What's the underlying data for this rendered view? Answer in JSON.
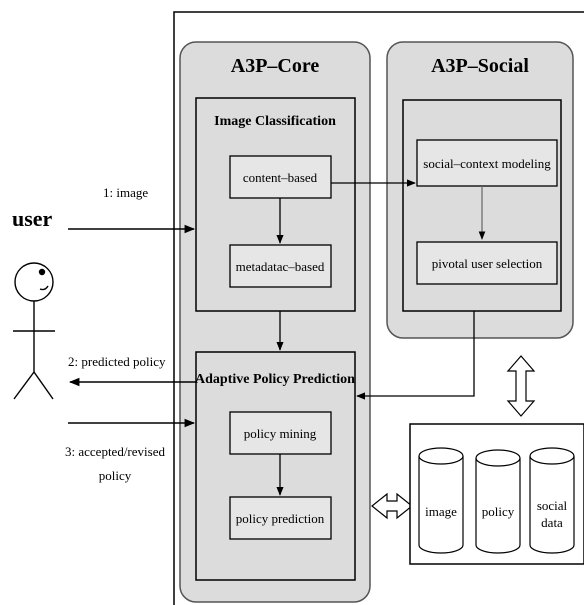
{
  "actor": {
    "label": "user"
  },
  "core": {
    "title": "A3P–Core",
    "image_classification": {
      "title": "Image Classification",
      "content_based": "content–based",
      "metadata_based": "metadatac–based"
    },
    "adaptive_policy_prediction": {
      "title": "Adaptive Policy Prediction",
      "policy_mining": "policy mining",
      "policy_prediction": "policy prediction"
    }
  },
  "social": {
    "title": "A3P–Social",
    "social_context_modeling": "social–context modeling",
    "pivotal_user_selection": "pivotal user selection"
  },
  "datastores": {
    "image": "image",
    "policy": "policy",
    "social_line1": "social",
    "social_line2": "data"
  },
  "flows": {
    "image": "1: image",
    "predicted_policy": "2: predicted policy",
    "accepted_line1": "3: accepted/revised",
    "accepted_line2": "policy"
  }
}
